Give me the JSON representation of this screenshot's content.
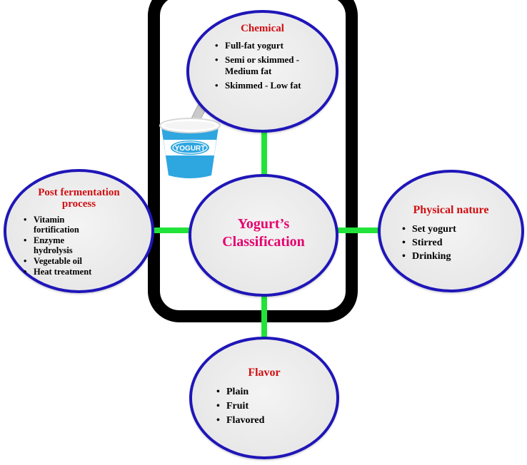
{
  "center": {
    "title": "Yogurt’s",
    "subtitle": "Classification"
  },
  "chemical": {
    "title": "Chemical",
    "items": [
      "Full-fat yogurt",
      "Semi or skimmed - Medium fat",
      "Skimmed - Low fat"
    ]
  },
  "physical": {
    "title": "Physical nature",
    "items": [
      "Set yogurt",
      "Stirred",
      "Drinking"
    ]
  },
  "post": {
    "title_line1": "Post fermentation",
    "title_line2": "process",
    "items": [
      "Vitamin fortification",
      "Enzyme hydrolysis",
      "Vegetable oil",
      "Heat treatment"
    ]
  },
  "flavor": {
    "title": "Flavor",
    "items": [
      "Plain",
      "Fruit",
      "Flavored"
    ]
  },
  "cup": {
    "label": "YOGURT"
  },
  "colors": {
    "frame": "#000000",
    "connector": "#22e33a",
    "bubble_border": "#1f16b8",
    "title_red": "#d10e12",
    "center_pink": "#e6006e",
    "cup_blue": "#2ea6e0"
  }
}
